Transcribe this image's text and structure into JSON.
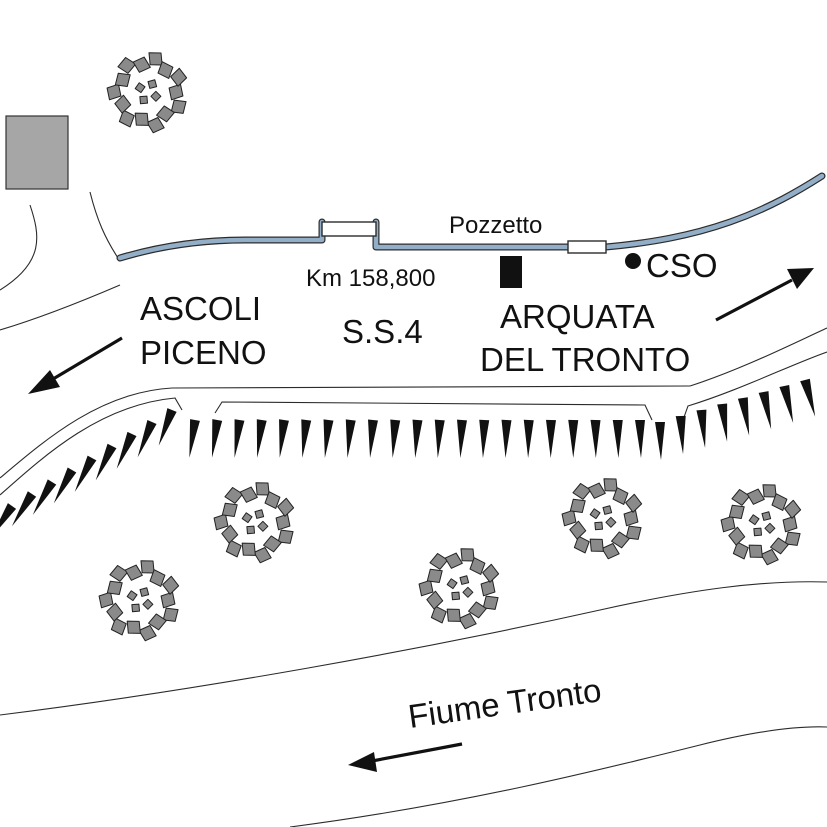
{
  "labels": {
    "pozzetto": "Pozzetto",
    "km": "Km 158,800",
    "cso": "CSO",
    "ascoli_line1": "ASCOLI",
    "ascoli_line2": "PICENO",
    "road": "S.S.4",
    "arquata_line1": "ARQUATA",
    "arquata_line2": "DEL TRONTO",
    "river": "Fiume Tronto"
  },
  "icons": {
    "building": "building-icon",
    "tree": "tree-icon",
    "manhole": "pozzetto-marker-icon",
    "cso": "cso-point-icon",
    "arrow": "direction-arrow-icon",
    "embankment": "embankment-spike-icon"
  },
  "colors": {
    "channel": "#93aec7",
    "building": "#a6a6a6",
    "tree_leaf": "#8a8a8a",
    "ink": "#111111"
  }
}
